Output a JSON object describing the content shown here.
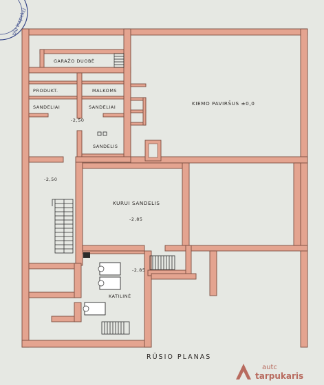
{
  "plan_title": "RŪSIO PLANAS",
  "stamp": {
    "text": "tilu Inspekci"
  },
  "rooms": {
    "garage_pit": "GARAŽO DUOBĖ",
    "produkt": "PRODUKT.",
    "malkoms": "MALKOMS",
    "sandeliai_left": "SANDELIAI",
    "sandeliai_right": "SANDELIAI",
    "sandelis": "SANDELIS",
    "kurui_sandelis": "KURUI SANDELIS",
    "katiline": "KATILINĖ",
    "kiemo_pavirsius": "KIEMO PAVIRŠUS ±0,0"
  },
  "levels": {
    "center": "-2,50",
    "left_stair": "-2,50",
    "kurui": "-2,85",
    "boiler": "-2,85"
  },
  "logo": {
    "line1": "autc",
    "line2": "tarpukaris"
  },
  "colors": {
    "wall": "#e4a490",
    "paper": "#e6e8e3",
    "logo": "#b86b5f"
  }
}
